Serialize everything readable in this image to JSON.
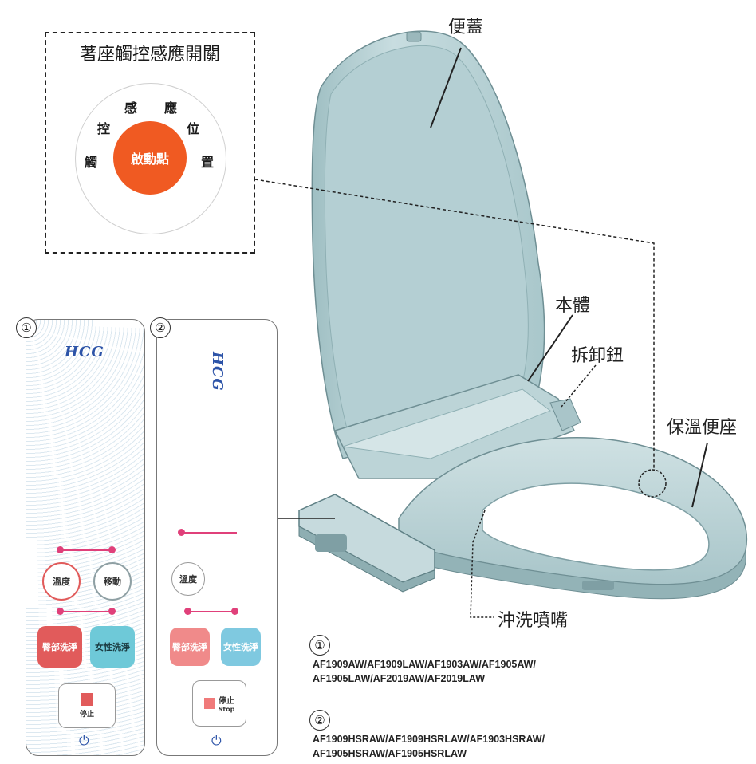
{
  "sensor_box": {
    "title": "著座觸控感應開關",
    "activation_point": "啟動點",
    "ring_chars": [
      "感",
      "應",
      "控",
      "位",
      "觸",
      "置"
    ]
  },
  "parts": {
    "lid": "便蓋",
    "body": "本體",
    "release_button": "拆卸鈕",
    "heated_seat": "保溫便座",
    "nozzle": "沖洗噴嘴"
  },
  "remotes": [
    {
      "number": "①",
      "brand": "HCG",
      "buttons": {
        "left_round": "溫度",
        "right_round": "移動",
        "wash_rear": "臀部洗淨",
        "wash_front": "女性洗淨",
        "stop": "停止"
      }
    },
    {
      "number": "②",
      "brand": "HCG",
      "buttons": {
        "left_round": "溫度",
        "wash_rear": "臀部洗淨",
        "wash_front": "女性洗淨",
        "stop": "停止",
        "stop_en": "Stop"
      }
    }
  ],
  "models": [
    {
      "number": "①",
      "lines": [
        "AF1909AW/AF1909LAW/AF1903AW/AF1905AW/",
        "AF1905LAW/AF2019AW/AF2019LAW"
      ]
    },
    {
      "number": "②",
      "lines": [
        "AF1909HSRAW/AF1909HSRLAW/AF1903HSRAW/",
        "AF1905HSRAW/AF1905HSRLAW"
      ]
    }
  ],
  "colors": {
    "activation": "#f05a22",
    "seat": "#b9d3d6",
    "wash_red": "#e15b5b",
    "wash_blue": "#6ec9d8",
    "logo": "#2d54a8"
  }
}
